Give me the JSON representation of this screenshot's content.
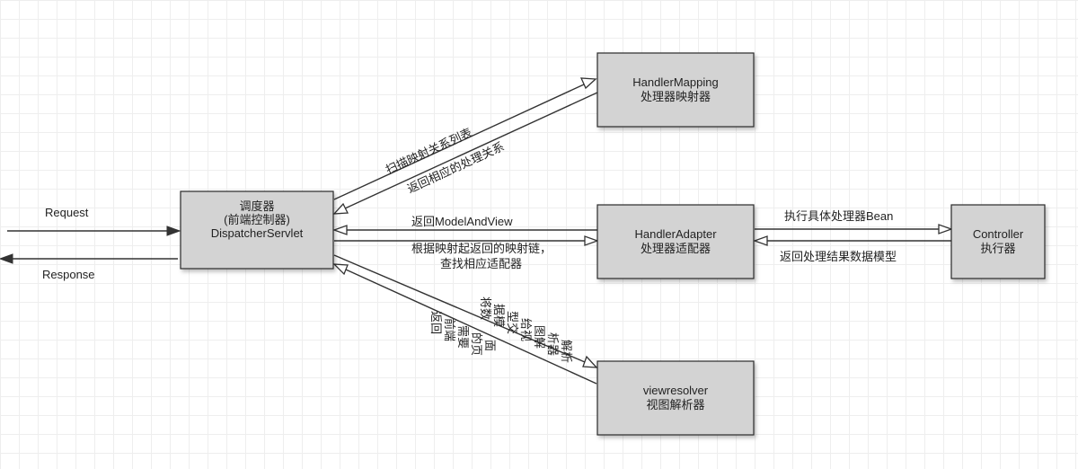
{
  "nodes": {
    "dispatcher": {
      "lines": [
        "调度器",
        "(前端控制器)",
        "DispatcherServlet"
      ]
    },
    "handler_mapping": {
      "lines": [
        "HandlerMapping",
        "处理器映射器"
      ]
    },
    "handler_adapter": {
      "lines": [
        "HandlerAdapter",
        "处理器适配器"
      ]
    },
    "controller": {
      "lines": [
        "Controller",
        "执行器"
      ]
    },
    "view_resolver": {
      "lines": [
        "viewresolver",
        "视图解析器"
      ]
    }
  },
  "edges": {
    "request": "Request",
    "response": "Response",
    "scan_mapping": "扫描映射关系列表",
    "return_handler": "返回相应的处理关系",
    "return_mav": "返回ModelAndView",
    "find_adapter": [
      "根据映射起返回的映射链，",
      "查找相应适配器"
    ],
    "exec_bean": "执行具体处理器Bean",
    "return_model": "返回处理结果数据模型",
    "to_view_resolver": [
      "将数",
      "据模",
      "型交",
      "给视",
      "图解",
      "析器",
      "解析"
    ],
    "return_page": [
      "返回",
      "前端",
      "需要",
      "的页",
      "面"
    ]
  }
}
